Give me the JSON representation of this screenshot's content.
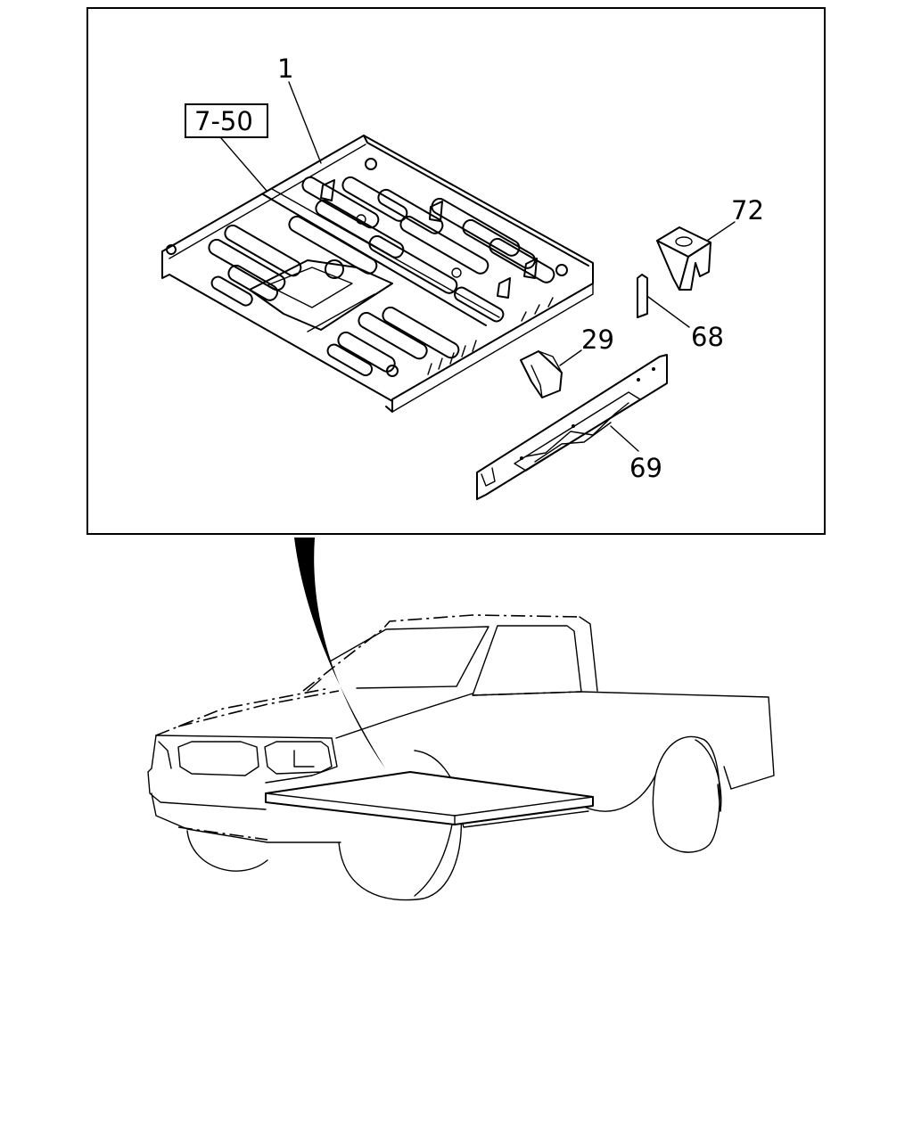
{
  "diagram": {
    "reference_box": "7-50",
    "callouts": {
      "floor_panel": "1",
      "bracket": "72",
      "strip": "68",
      "gusset": "29",
      "sill_rail": "69"
    },
    "colors": {
      "line": "#000000",
      "background": "#ffffff"
    }
  }
}
